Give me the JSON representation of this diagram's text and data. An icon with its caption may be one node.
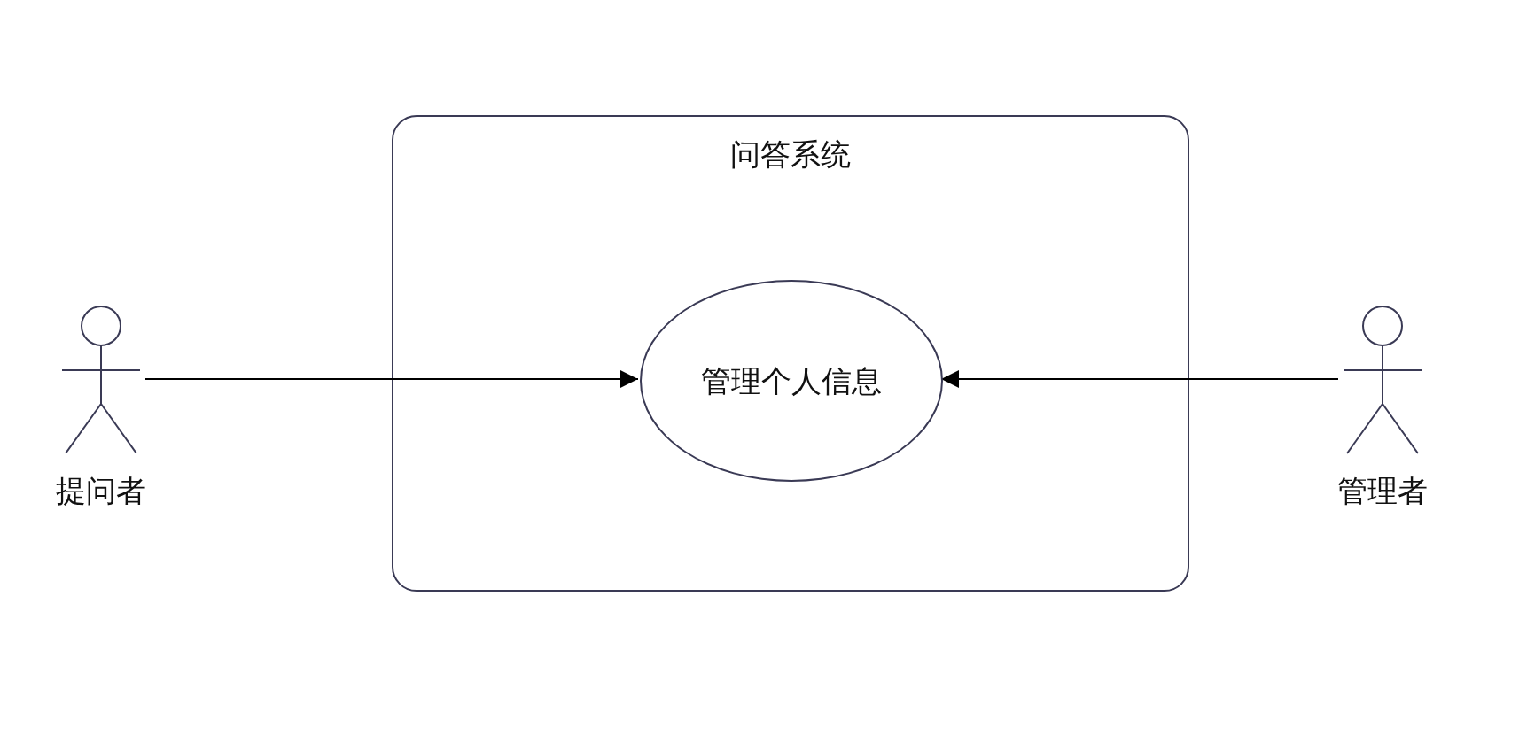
{
  "diagram": {
    "nodes": [
      {
        "text": [
          "提问者"
        ]
      },
      {
        "text": [
          "问答系统"
        ]
      },
      {
        "text": [
          "管理个人信息"
        ],
        "in": 1
      },
      {
        "text": [
          "管理者"
        ]
      }
    ],
    "edges": [
      {
        "from": 0,
        "to": 2,
        "arrow": "to"
      },
      {
        "from": 3,
        "to": 2,
        "arrow": "to"
      }
    ]
  }
}
